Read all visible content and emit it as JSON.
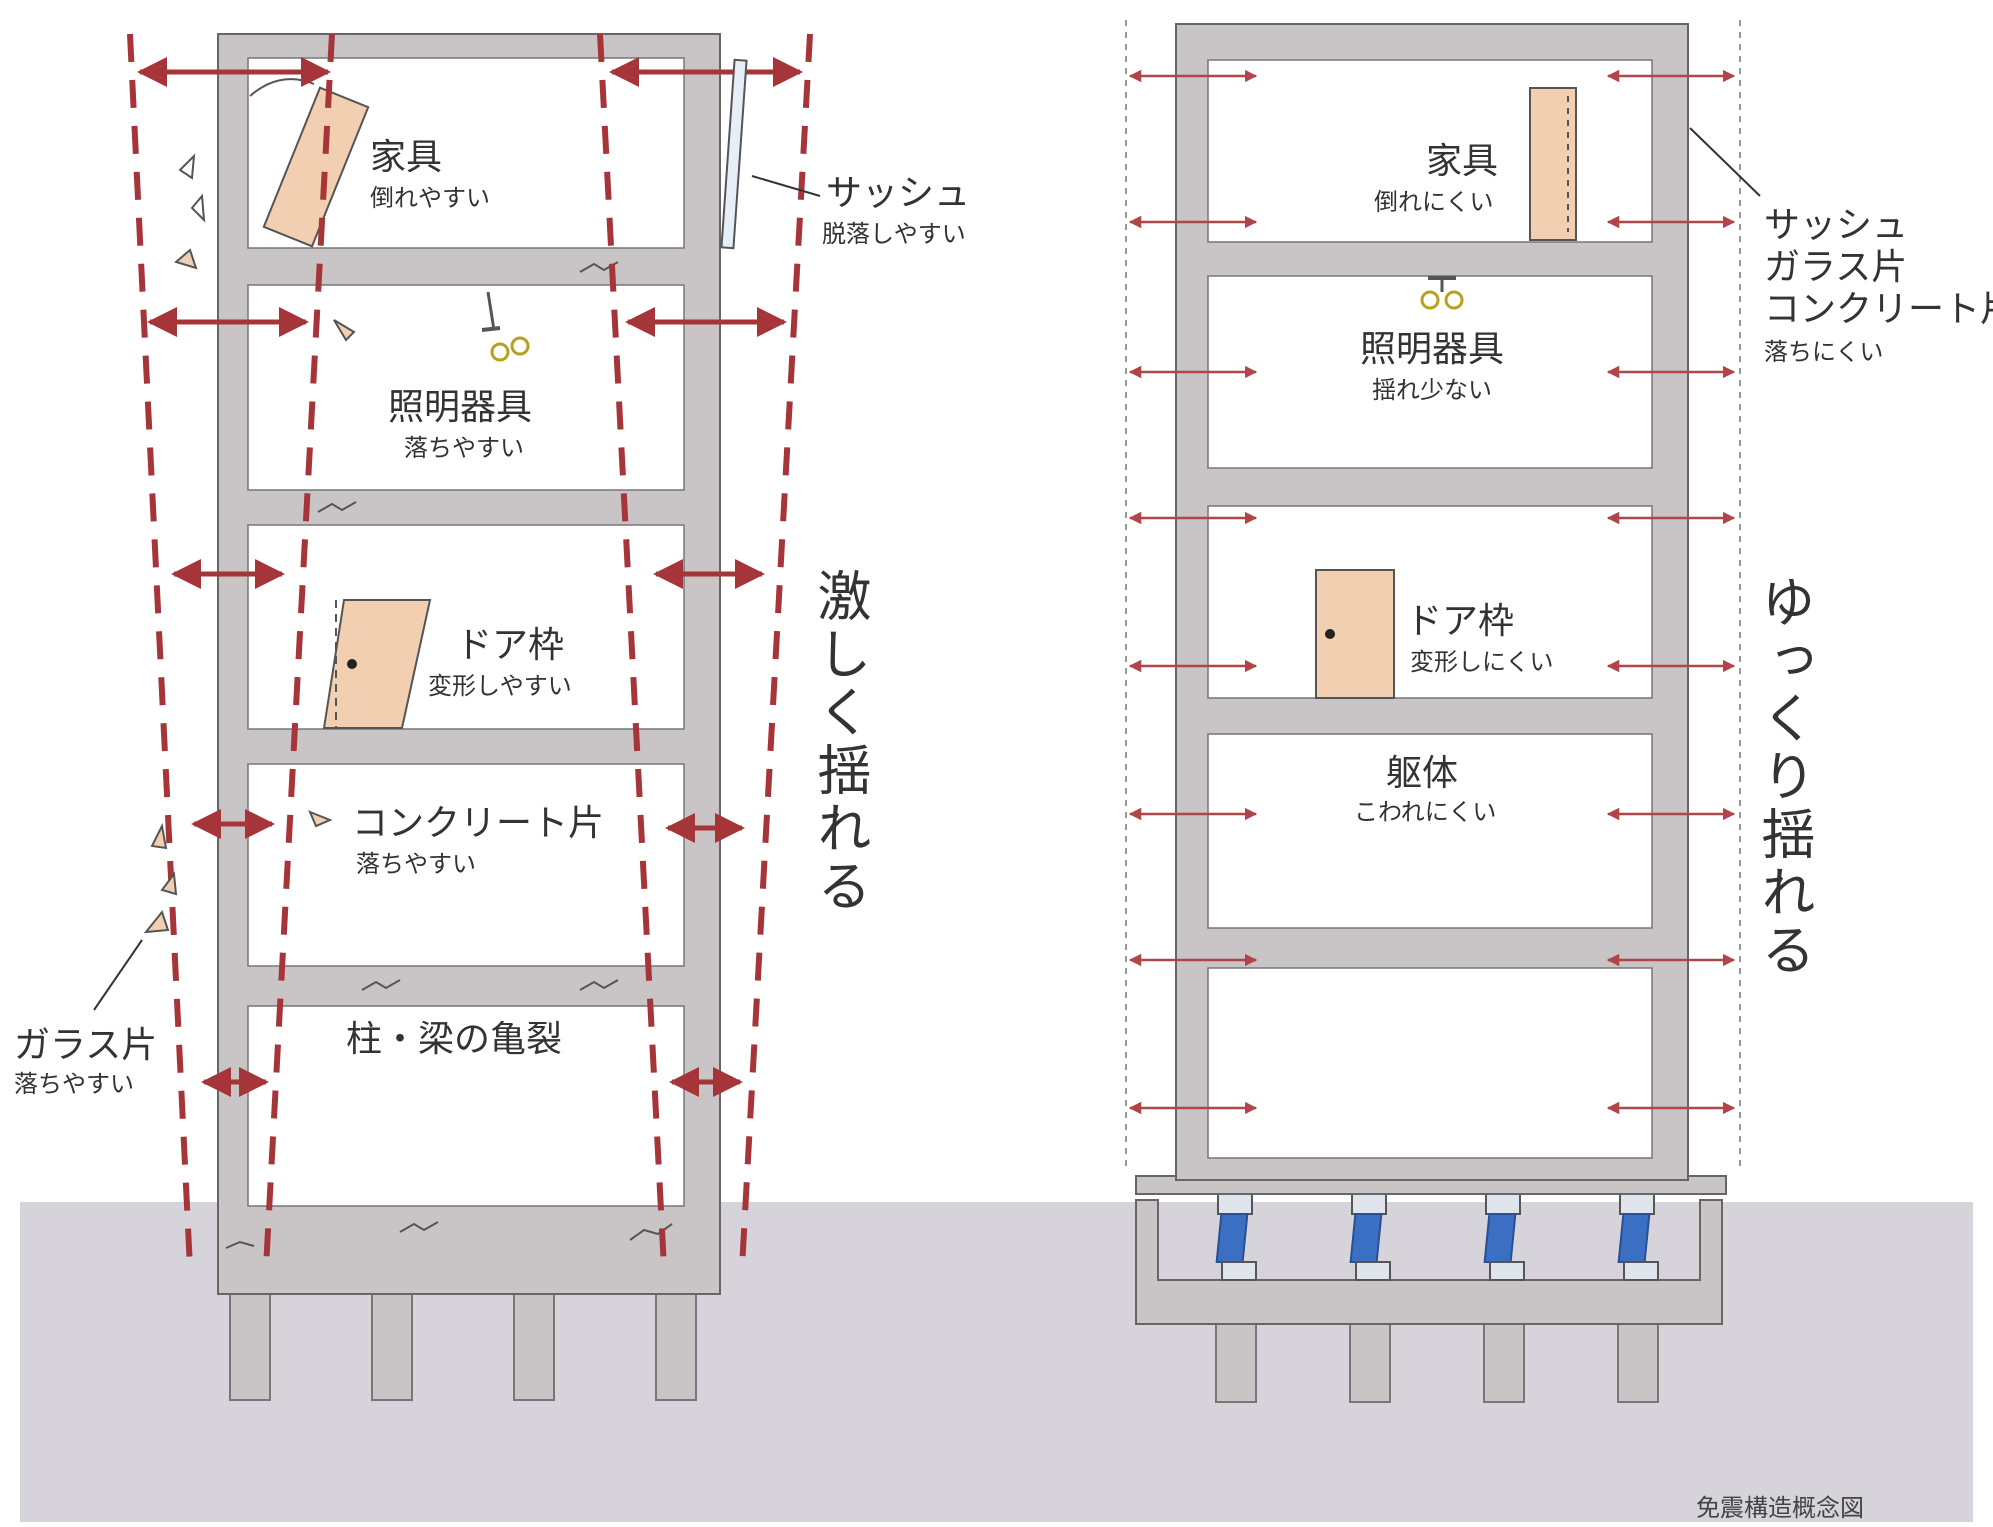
{
  "diagram": {
    "caption": "免震構造概念図",
    "left_building": {
      "sway_label": "激しく揺れる",
      "floors": [
        {
          "title": "家具",
          "note": "倒れやすい"
        },
        {
          "title": "照明器具",
          "note": "落ちやすい"
        },
        {
          "title": "ドア枠",
          "note": "変形しやすい"
        },
        {
          "title": "コンクリート片",
          "note": "落ちやすい"
        },
        {
          "title": "柱・梁の亀裂",
          "note": ""
        }
      ],
      "sash": {
        "title": "サッシュ",
        "note": "脱落しやすい"
      },
      "glass": {
        "title": "ガラス片",
        "note": "落ちやすい"
      }
    },
    "right_building": {
      "sway_label": "ゆっくり揺れる",
      "floors": [
        {
          "title": "家具",
          "note": "倒れにくい"
        },
        {
          "title": "照明器具",
          "note": "揺れ少ない"
        },
        {
          "title": "ドア枠",
          "note": "変形しにくい"
        },
        {
          "title": "躯体",
          "note": "こわれにくい"
        }
      ],
      "exterior": {
        "line1": "サッシュ",
        "line2": "ガラス片",
        "line3": "コンクリート片",
        "note": "落ちにくい"
      }
    },
    "colors": {
      "ground": "#d6d4da",
      "concrete": "#c9c4c6",
      "arrow": "#a6353a",
      "wood": "#f1cfb0",
      "isolator": "#3a6fc4"
    }
  }
}
